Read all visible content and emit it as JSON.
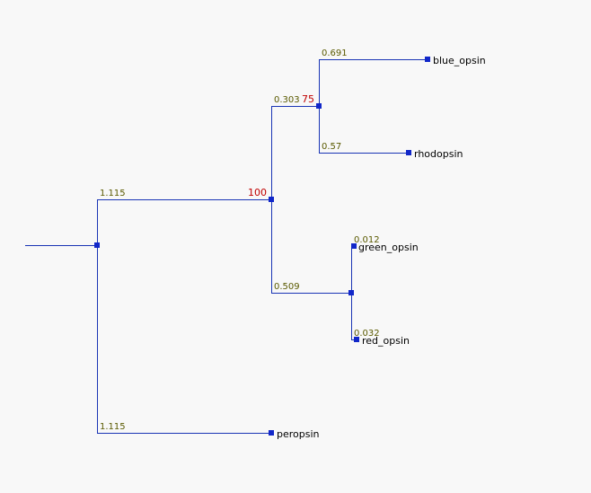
{
  "colors": {
    "background": "#f8f8f8",
    "branch": "#1a35b5",
    "node": "#1127c9",
    "branch_length_text": "#5a5a00",
    "bootstrap_text": "#c00000",
    "leaf_text": "#000000"
  },
  "tree": {
    "branch_lengths": {
      "blue_opsin": "0.691",
      "rhodopsin": "0.57",
      "blue_rhodo_clade": "0.303",
      "green_opsin": "0.012",
      "red_opsin": "0.032",
      "green_red_clade": "0.509",
      "opsin_clade": "1.115",
      "peropsin": "1.115"
    },
    "bootstrap": {
      "blue_rhodo_clade": "75",
      "opsin_clade": "100"
    },
    "leaves": {
      "blue_opsin": "blue_opsin",
      "rhodopsin": "rhodopsin",
      "green_opsin": "green_opsin",
      "red_opsin": "red_opsin",
      "peropsin": "peropsin"
    }
  }
}
